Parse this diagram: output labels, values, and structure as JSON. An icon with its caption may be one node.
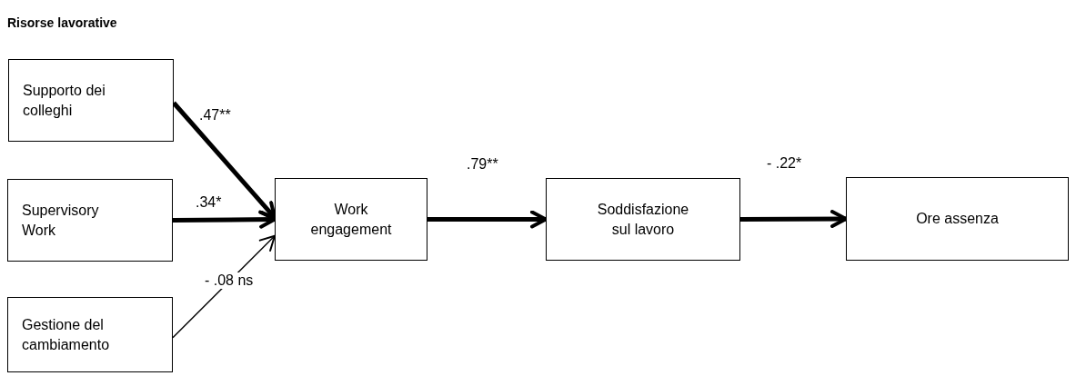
{
  "diagram": {
    "title": "Risorse lavorative",
    "nodes": [
      {
        "text": [
          "Supporto dei colleghi"
        ]
      },
      {
        "text": [
          "Supervisory Work"
        ]
      },
      {
        "text": [
          "Gestione del cambiamento"
        ]
      },
      {
        "text": [
          "Work engagement"
        ]
      },
      {
        "text": [
          "Soddisfazione sul lavoro"
        ]
      },
      {
        "text": [
          "Ore assenza"
        ]
      }
    ],
    "edges": [
      {
        "from": 0,
        "to": 3,
        "arrow": "to",
        "label": ".47**"
      },
      {
        "from": 1,
        "to": 3,
        "arrow": "to",
        "label": ".34*"
      },
      {
        "from": 2,
        "to": 3,
        "arrow": "to",
        "label": "- .08 ns"
      },
      {
        "from": 3,
        "to": 4,
        "arrow": "to",
        "label": ".79**"
      },
      {
        "from": 4,
        "to": 5,
        "arrow": "to",
        "label": "- .22*"
      }
    ]
  }
}
